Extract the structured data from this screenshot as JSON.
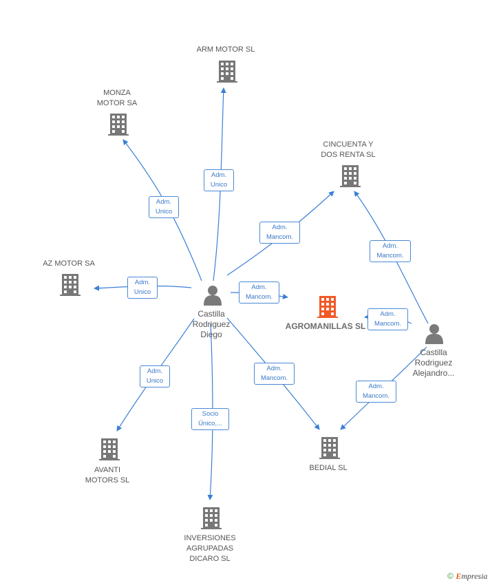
{
  "colors": {
    "edge": "#3a7fd5",
    "company": "#777777",
    "highlight": "#f05a28",
    "person": "#7a7a7a"
  },
  "nodes": {
    "arm_motor": {
      "label": "ARM MOTOR SL",
      "icon": "building-icon"
    },
    "monza_motor": {
      "label": "MONZA\nMOTOR SA",
      "icon": "building-icon"
    },
    "cincuenta": {
      "label": "CINCUENTA Y\nDOS RENTA SL",
      "icon": "building-icon"
    },
    "az_motor": {
      "label": "AZ MOTOR SA",
      "icon": "building-icon"
    },
    "agromanillas": {
      "label": "AGROMANILLAS SL",
      "icon": "building-icon"
    },
    "avanti": {
      "label": "AVANTI\nMOTORS SL",
      "icon": "building-icon"
    },
    "bedial": {
      "label": "BEDIAL SL",
      "icon": "building-icon"
    },
    "inversiones": {
      "label": "INVERSIONES\nAGRUPADAS\nDICARO SL",
      "icon": "building-icon"
    },
    "diego": {
      "label": "Castilla\nRodriguez\nDiego",
      "icon": "person-icon"
    },
    "alejandro": {
      "label": "Castilla\nRodriguez\nAlejandro...",
      "icon": "person-icon"
    }
  },
  "edges": {
    "diego_arm": "Adm.\nUnico",
    "diego_monza": "Adm.\nUnico",
    "diego_cincuenta": "Adm.\nMancom.",
    "diego_az": "Adm.\nUnico",
    "diego_agromanillas": "Adm.\nMancom.",
    "diego_avanti": "Adm.\nUnico",
    "diego_inversiones": "Socio\nÚnico,...",
    "diego_bedial": "Adm.\nMancom.",
    "alejandro_cincuenta": "Adm.\nMancom.",
    "alejandro_agromanillas": "Adm.\nMancom.",
    "alejandro_bedial": "Adm.\nMancom."
  },
  "footer": {
    "copyright": "©",
    "brand_initial": "E",
    "brand_rest": "mpresia"
  }
}
